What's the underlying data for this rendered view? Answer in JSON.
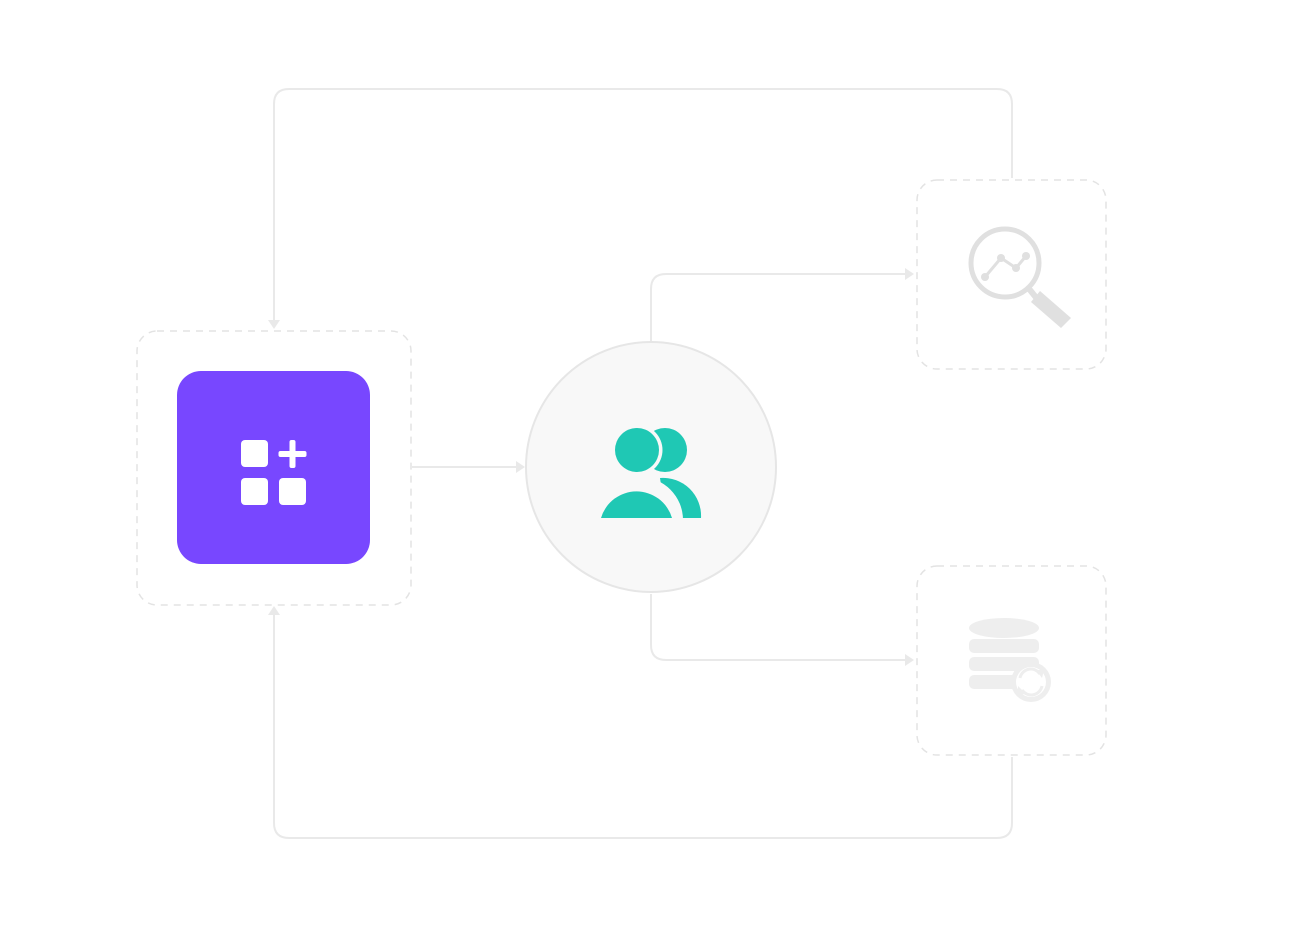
{
  "colors": {
    "background": "#ffffff",
    "connector": "#e9e9e9",
    "dashed_border": "#e3e3e3",
    "app_tile": "#7847ff",
    "app_glyph": "#ffffff",
    "hub_fill": "#f8f8f8",
    "hub_border": "#e6e6e6",
    "users_icon": "#1fc8b4",
    "analytics_icon": "#e0e0e0",
    "database_icon": "#eeeeee"
  },
  "nodes": {
    "app": {
      "icon": "add-app-icon"
    },
    "hub": {
      "icon": "users-icon"
    },
    "analytics": {
      "icon": "magnifier-chart-icon"
    },
    "database": {
      "icon": "database-sync-icon"
    }
  },
  "connections": [
    {
      "from": "app",
      "to": "hub"
    },
    {
      "from": "hub",
      "to": "analytics"
    },
    {
      "from": "hub",
      "to": "database"
    },
    {
      "from": "analytics",
      "to": "app"
    },
    {
      "from": "database",
      "to": "app"
    }
  ]
}
